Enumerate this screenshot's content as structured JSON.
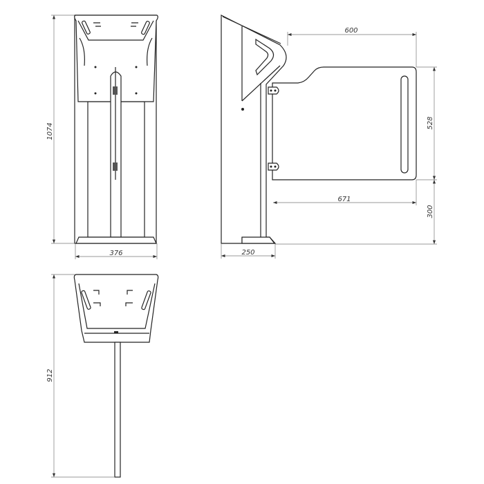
{
  "dimensions": {
    "front_height": "1074",
    "front_width": "376",
    "side_depth": "250",
    "arm_length_top": "600",
    "arm_height": "528",
    "arm_length_bottom": "671",
    "arm_clearance": "300",
    "top_view_length": "912"
  }
}
